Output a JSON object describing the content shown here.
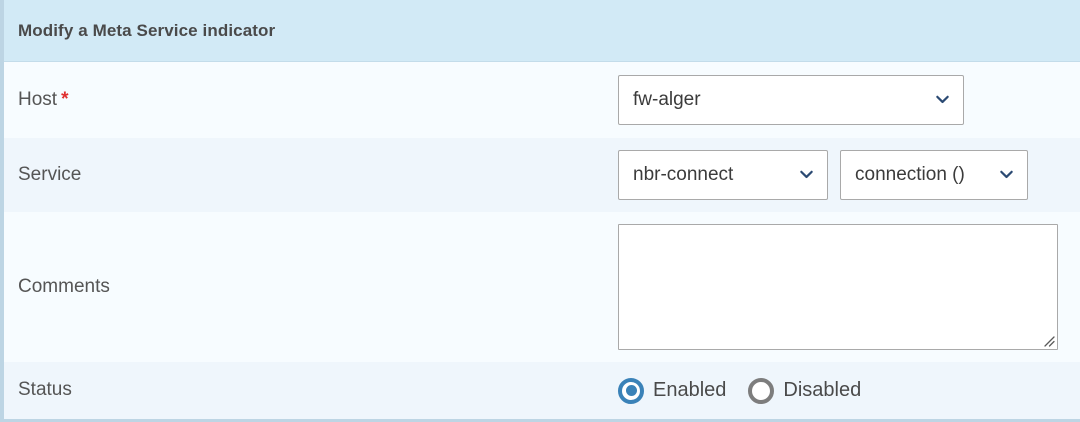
{
  "panel": {
    "title": "Modify a Meta Service indicator",
    "header_bg": "#d2eaf6",
    "accent_border": "#bdd5e4",
    "row_bg_odd": "#f7fcff",
    "row_bg_even": "#eff6fc",
    "required_marker": "*",
    "required_color": "#e03030",
    "chevron_color": "#2b4a73",
    "radio_checked_color": "#3a82b8",
    "radio_unchecked_color": "#7d7d7d"
  },
  "rows": {
    "host": {
      "label": "Host",
      "required": true,
      "select_value": "fw-alger"
    },
    "service": {
      "label": "Service",
      "required": false,
      "select_value": "nbr-connect",
      "metric_value": "connection ()"
    },
    "comments": {
      "label": "Comments",
      "required": false,
      "value": "",
      "placeholder": ""
    },
    "status": {
      "label": "Status",
      "required": false,
      "options": [
        {
          "label": "Enabled",
          "checked": true
        },
        {
          "label": "Disabled",
          "checked": false
        }
      ]
    }
  },
  "icons": {
    "chevron_down": "chevron-down-icon",
    "resize_grip": "resize-grip-icon"
  }
}
